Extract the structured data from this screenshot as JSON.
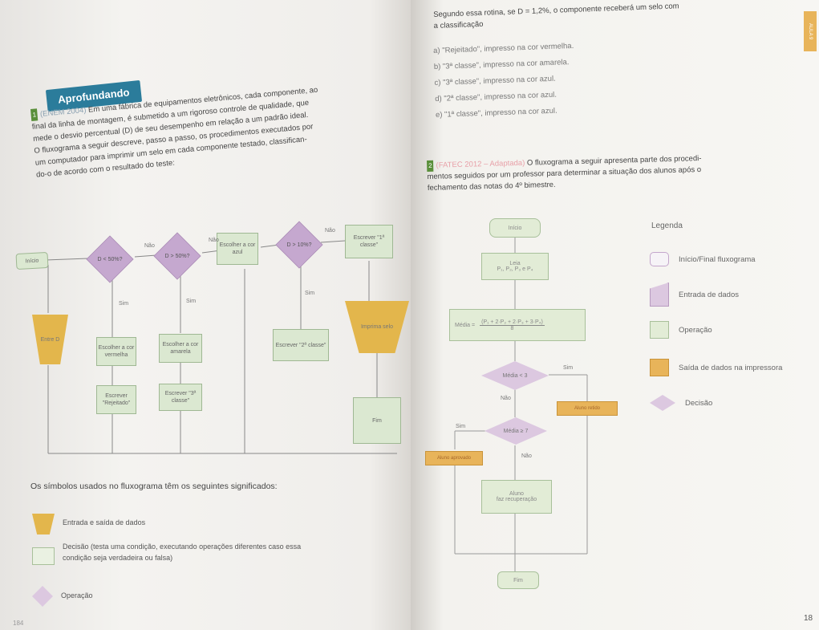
{
  "left": {
    "badge": "Aprofundando",
    "question": {
      "number": "1",
      "source": "(ENEM 2004)",
      "lines": [
        "Em uma fábrica de equipamentos eletrônicos, cada componente, ao",
        "final da linha de montagem, é submetido a um rigoroso controle de qualidade, que",
        "mede o desvio percentual (D) de seu desempenho em relação a um padrão ideal.",
        "O fluxograma a seguir descreve, passo a passo, os procedimentos executados por",
        "um computador para imprimir um selo em cada componente testado, classifican-",
        "do-o de acordo com o resultado do teste:"
      ]
    },
    "flowchart": {
      "start": "Início",
      "input": "Entre D",
      "d1": "D < 50%?",
      "d2": "D > 50%?",
      "d3": "D > 10%?",
      "no": "Não",
      "yes": "Sim",
      "choose_blue": "Escolher a cor azul",
      "write_1st": "Escrever \"1ª classe\"",
      "choose_red": "Escolher a cor vermelha",
      "choose_yellow": "Escolher a cor amarela",
      "write_2nd": "Escrever \"2ª classe\"",
      "write_rejected": "Escrever \"Rejeitado\"",
      "write_3rd": "Escrever \"3ª classe\"",
      "print": "Imprima selo",
      "end": "Fim"
    },
    "symbols_title": "Os símbolos usados no fluxograma têm os seguintes significados:",
    "symbols": [
      "Entrada e saída de dados",
      "Decisão (testa uma condição, executando operações diferentes caso essa",
      "condição seja verdadeira ou falsa)",
      "Operação"
    ],
    "page_number": "184"
  },
  "right": {
    "intro_line1": "Segundo essa rotina, se D = 1,2%, o componente receberá um selo com",
    "intro_line2": "a classificação",
    "options": [
      "a) \"Rejeitado\", impresso na cor vermelha.",
      "b) \"3ª classe\", impresso na cor amarela.",
      "c) \"3ª classe\", impresso na cor azul.",
      "d) \"2ª classe\", impresso na cor azul.",
      "e) \"1ª classe\", impresso na cor azul."
    ],
    "question2": {
      "number": "2",
      "source": "(FATEC 2012 – Adaptada)",
      "lines": [
        "O fluxograma a seguir apresenta parte dos procedi-",
        "mentos seguidos por um professor para determinar a situação dos alunos após o",
        "fechamento das notas do 4º bimestre."
      ]
    },
    "flowchart": {
      "start": "Início",
      "read": "Leia",
      "read_vars": "P₁, P₂, P₃ e P₄",
      "avg_label": "Média =",
      "avg_formula": "(P₁ + 2·P₂ + 2·P₃ + 3·P₄)",
      "avg_den": "8",
      "dec1": "Média < 3",
      "dec2": "Média ≥ 7",
      "yes": "Sim",
      "no": "Não",
      "failed": "Aluno retido",
      "approved": "Aluno aprovado",
      "recovery_line1": "Aluno",
      "recovery_line2": "faz recuperação",
      "end": "Fim"
    },
    "legend_title": "Legenda",
    "legend": [
      "Início/Final fluxograma",
      "Entrada de dados",
      "Operação",
      "Saída de dados na impressora",
      "Decisão"
    ],
    "side_tab": "AULA 9",
    "page_number": "18"
  },
  "colors": {
    "teal": "#2b7c9b",
    "green_box": "#dbe8d1",
    "purple_decision": "#c5a8cf",
    "yellow_io": "#e3b64c",
    "orange_output": "#e8b45a"
  }
}
